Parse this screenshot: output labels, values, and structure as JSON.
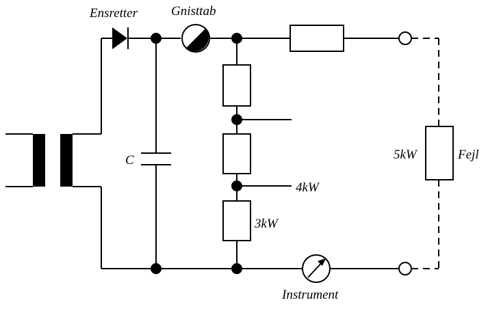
{
  "diagram": {
    "labels": {
      "rectifier": "Ensretter",
      "spark_gap": "Gnisttab",
      "capacitor": "C",
      "r_4k": "4kW",
      "r_3k": "3kW",
      "r_5k": "5kW",
      "fault": "Fejl",
      "instrument": "Instrument"
    }
  }
}
